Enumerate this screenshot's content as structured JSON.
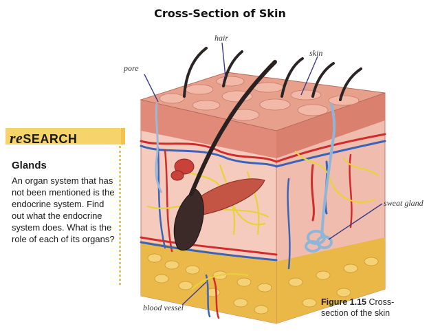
{
  "title": "Cross-Section of Skin",
  "labels": {
    "hair": "hair",
    "skin": "skin",
    "pore": "pore",
    "sweat_gland": "sweat gland",
    "blood_vessel": "blood vessel"
  },
  "research": {
    "logo_prefix": "re",
    "logo_word": "SEARCH",
    "heading": "Glands",
    "body": "An organ system that has not been mentioned is the endocrine system. Find out what the endocrine system does. What is the role of each of its organs?"
  },
  "caption": {
    "figure": "Figure 1.15",
    "text": "Cross-section of the skin"
  },
  "colors": {
    "accent": "#f7d36b",
    "epidermis": "#e8a08c",
    "dermis": "#f2c2b0",
    "fat": "#e9b847",
    "vein": "#3b63b8",
    "artery": "#d12b2b",
    "nerve": "#e8d23a"
  }
}
